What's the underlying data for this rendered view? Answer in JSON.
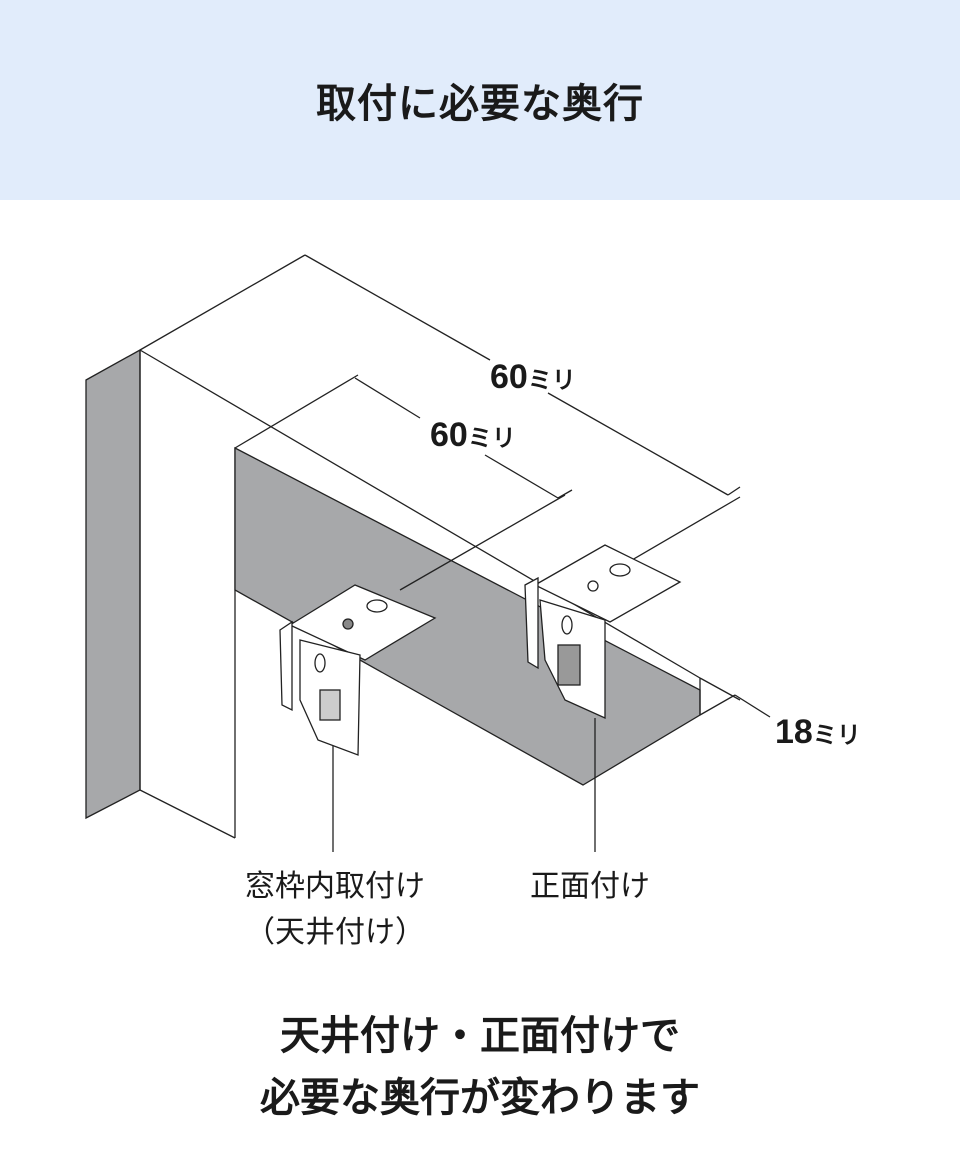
{
  "header": {
    "title": "取付に必要な奥行"
  },
  "dimensions": {
    "outer_depth": {
      "value": "60",
      "unit": "ミリ"
    },
    "inner_depth": {
      "value": "60",
      "unit": "ミリ"
    },
    "frame_thickness": {
      "value": "18",
      "unit": "ミリ"
    }
  },
  "labels": {
    "inside_mount_line1": "窓枠内取付け",
    "inside_mount_line2": "（天井付け）",
    "face_mount": "正面付け"
  },
  "footer": {
    "line1": "天井付け・正面付けで",
    "line2": "必要な奥行が変わります"
  },
  "colors": {
    "header_bg": "#e1ecfb",
    "frame_gray": "#a7a8aa"
  }
}
